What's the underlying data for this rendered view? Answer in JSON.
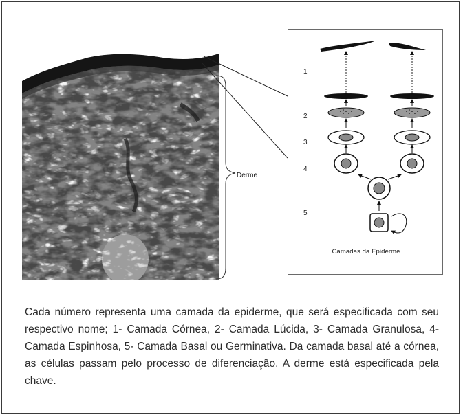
{
  "figure": {
    "derme_label": "Derme",
    "layer_numbers": [
      "1",
      "2",
      "3",
      "4",
      "5"
    ],
    "panel_caption": "Camadas da Epiderme"
  },
  "caption": "Cada número representa uma camada da epiderme, que será especificada com seu respectivo nome; 1- Camada Córnea, 2- Camada Lúcida, 3- Camada Granulosa, 4- Camada Espinhosa, 5- Camada Basal ou Germinativa. Da camada basal até a córnea, as células passam pelo processo de diferenciação. A derme está especificada pela chave."
}
